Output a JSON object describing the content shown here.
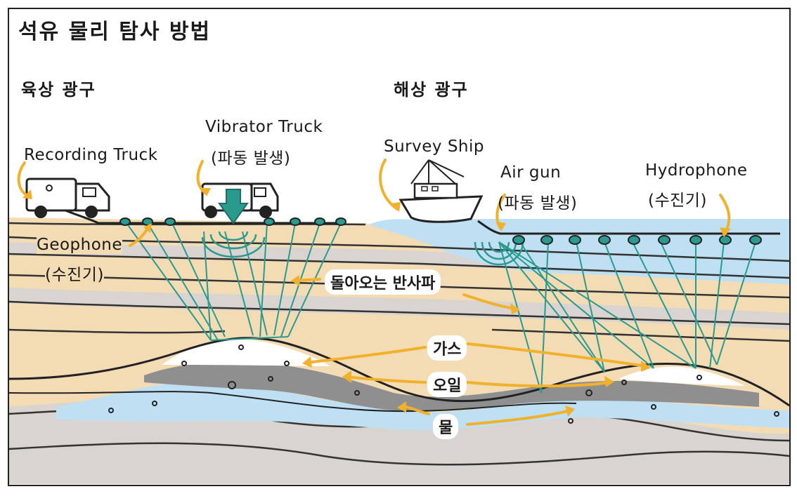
{
  "title": "석유 물리 탐사 방법",
  "land": {
    "section_label": "육상 광구",
    "recording_truck": "Recording Truck",
    "vibrator_truck": "Vibrator Truck",
    "vibrator_sub": "(파동 발생)",
    "geophone": "Geophone",
    "geophone_sub": "(수진기)"
  },
  "sea": {
    "section_label": "해상 광구",
    "survey_ship": "Survey Ship",
    "air_gun": "Air gun",
    "air_gun_sub": "(파동 발생)",
    "hydrophone": "Hydrophone",
    "hydrophone_sub": "(수진기)"
  },
  "annotations": {
    "reflected_wave": "돌아오는 반사파",
    "gas": "가스",
    "oil": "오일",
    "water": "물"
  },
  "colors": {
    "sediment": "#f3dcb4",
    "sediment_gray": "#d9d4cf",
    "ocean": "#bfe0f2",
    "wave": "#2a9a8e",
    "arrow": "#f1b12c",
    "oil": "#8f8f8f"
  }
}
